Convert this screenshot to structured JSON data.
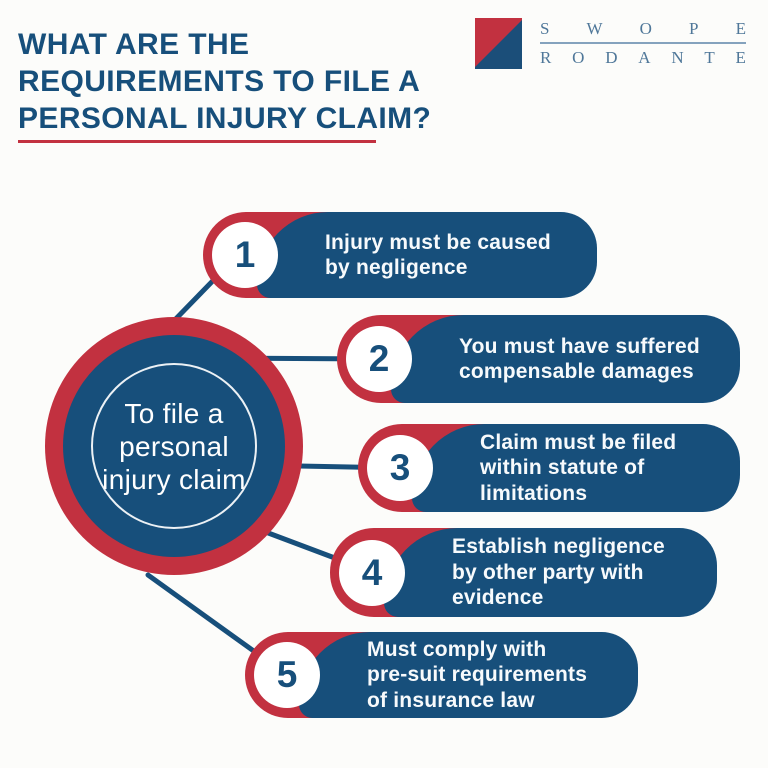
{
  "header": {
    "title_lines": [
      "WHAT ARE THE",
      "REQUIREMENTS TO FILE A",
      "PERSONAL INJURY CLAIM?"
    ],
    "logo": {
      "line1": "SWOPE",
      "line2": "RODANTE"
    }
  },
  "center": {
    "lines": [
      "To file a",
      "personal",
      "injury claim"
    ]
  },
  "steps": [
    {
      "number": "1",
      "lines": [
        "Injury must be caused",
        "by negligence"
      ]
    },
    {
      "number": "2",
      "lines": [
        "You must have suffered",
        "compensable damages"
      ]
    },
    {
      "number": "3",
      "lines": [
        "Claim must be filed",
        "within statute of",
        "limitations"
      ]
    },
    {
      "number": "4",
      "lines": [
        "Establish negligence",
        "by other party with",
        "evidence"
      ]
    },
    {
      "number": "5",
      "lines": [
        "Must comply with",
        "pre-suit requirements",
        "of insurance law"
      ]
    }
  ],
  "colors": {
    "blue": "#174f7b",
    "red": "#c23140",
    "logo_text": "#4f7799",
    "background": "#fcfcfa",
    "text_light": "#ffffff"
  }
}
